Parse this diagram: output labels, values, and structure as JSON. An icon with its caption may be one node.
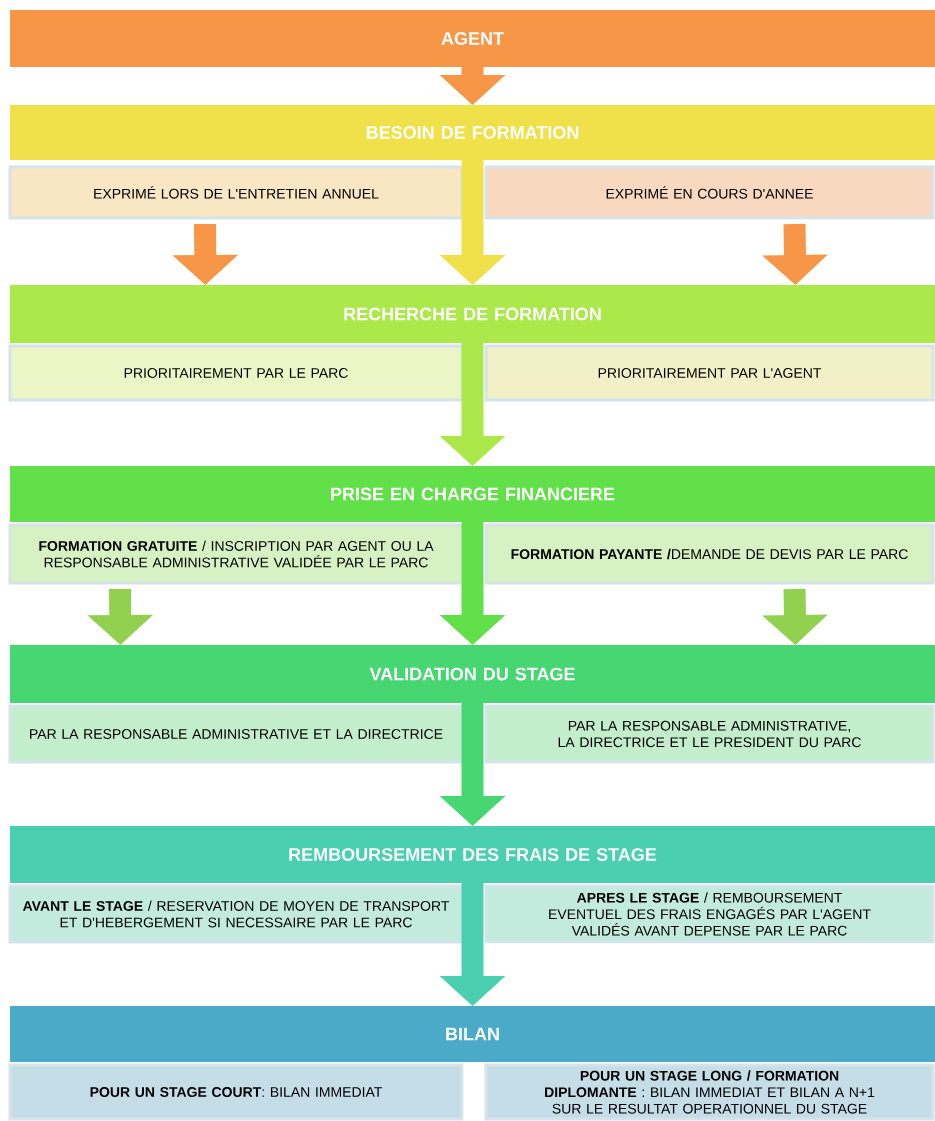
{
  "diagram": {
    "nodes": [
      {
        "text": [
          "AGENT"
        ]
      },
      {
        "text": [
          "BESOIN DE FORMATION"
        ]
      },
      {
        "text": [
          "EXPRIMÉ LORS DE L'ENTRETIEN ANNUEL"
        ]
      },
      {
        "text": [
          "EXPRIMÉ EN COURS D'ANNEE"
        ]
      },
      {
        "text": [
          "RECHERCHE DE FORMATION"
        ]
      },
      {
        "text": [
          "PRIORITAIREMENT PAR LE PARC"
        ]
      },
      {
        "text": [
          "PRIORITAIREMENT PAR L'AGENT"
        ]
      },
      {
        "text": [
          "PRISE EN CHARGE FINANCIERE"
        ]
      },
      {
        "text": [
          "**FORMATION GRATUITE** / INSCRIPTION PAR AGENT OU LA RESPONSABLE ADMINISTRATIVE VALIDÉE PAR LE PARC"
        ]
      },
      {
        "text": [
          "**FORMATION PAYANTE /**DEMANDE DE DEVIS PAR LE PARC"
        ]
      },
      {
        "text": [
          "VALIDATION DU STAGE"
        ]
      },
      {
        "text": [
          "PAR LA RESPONSABLE ADMINISTRATIVE ET LA DIRECTRICE"
        ]
      },
      {
        "text": [
          "PAR LA RESPONSABLE ADMINISTRATIVE, LA DIRECTRICE ET LE PRESIDENT DU PARC"
        ]
      },
      {
        "text": [
          "REMBOURSEMENT DES FRAIS DE STAGE"
        ]
      },
      {
        "text": [
          "**AVANT LE STAGE** / RESERVATION DE MOYEN DE TRANSPORT ET D'HEBERGEMENT SI NECESSAIRE PAR LE PARC"
        ]
      },
      {
        "text": [
          "**APRES LE STAGE** / REMBOURSEMENT EVENTUEL DES FRAIS ENGAGÉS PAR L'AGENT VALIDÉS AVANT DEPENSE PAR LE PARC"
        ]
      },
      {
        "text": [
          "BILAN"
        ]
      },
      {
        "text": [
          "**POUR UN STAGE COURT**: BILAN IMMEDIAT"
        ]
      },
      {
        "text": [
          "**POUR UN STAGE LONG / FORMATION DIPLOMANTE** : BILAN IMMEDIAT ET BILAN A N+1 SUR LE RESULTAT OPERATIONNEL DU STAGE"
        ]
      }
    ],
    "edges": [
      {
        "from": 0,
        "to": 1,
        "arrow": "to",
        "color": "#f79646"
      },
      {
        "from": 1,
        "to": 4,
        "arrow": "to",
        "color": "#f0e04a"
      },
      {
        "from": 2,
        "to": 4,
        "arrow": "to",
        "color": "#f79646"
      },
      {
        "from": 3,
        "to": 4,
        "arrow": "to",
        "color": "#f79646"
      },
      {
        "from": 4,
        "to": 7,
        "arrow": "to",
        "color": "#abe84a"
      },
      {
        "from": 7,
        "to": 10,
        "arrow": "to",
        "color": "#62e04a"
      },
      {
        "from": 8,
        "to": 10,
        "arrow": "to",
        "color": "#92d050"
      },
      {
        "from": 9,
        "to": 10,
        "arrow": "to",
        "color": "#92d050"
      },
      {
        "from": 10,
        "to": 13,
        "arrow": "to",
        "color": "#46d672"
      },
      {
        "from": 13,
        "to": 16,
        "arrow": "to",
        "color": "#4acfb0"
      }
    ]
  }
}
